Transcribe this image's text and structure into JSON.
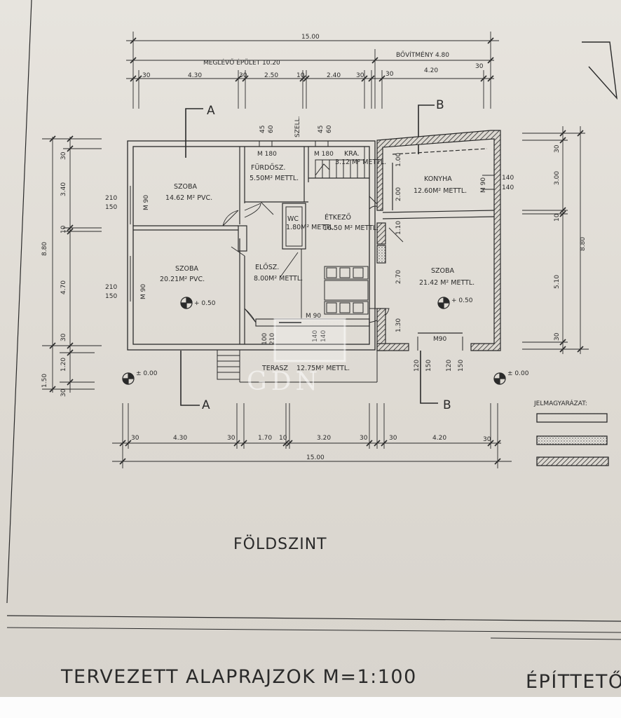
{
  "drawing": {
    "overall_top": "15.00",
    "existing_building": "MEGLÉVŐ ÉPÜLET 10.20",
    "extension": "BŐVÍTMÉNY 4.80",
    "top_segments": [
      "30",
      "4.30",
      "30",
      "2.50",
      "10",
      "2.40",
      "30",
      "30",
      "4.20",
      "30"
    ],
    "bottom_segments": [
      "30",
      "4.30",
      "30",
      "1.70",
      "10",
      "3.20",
      "30",
      "30",
      "4.20",
      "30"
    ],
    "overall_bottom": "15.00",
    "left_total": "8.80",
    "left_segments": [
      "30",
      "3.40",
      "10",
      "4.70",
      "30",
      "1.20",
      "1.50",
      "30"
    ],
    "right_total": "8.80",
    "right_segments": [
      "30",
      "3.00",
      "10",
      "5.10",
      "30"
    ],
    "section_labels": {
      "a_top": "A",
      "a_bottom": "A",
      "b_top": "B",
      "b_bottom": "B"
    },
    "rooms": [
      {
        "id": "szoba-1",
        "name": "SZOBA",
        "area": "14.62 M² PVC."
      },
      {
        "id": "szoba-2",
        "name": "SZOBA",
        "area": "20.21M² PVC."
      },
      {
        "id": "furdo",
        "name": "FÜRDŐSZ.",
        "area": "5.50M² METTL."
      },
      {
        "id": "kamra",
        "name": "KRA.",
        "area": "3.12 M² METTL."
      },
      {
        "id": "wc",
        "name": "WC",
        "area": "1.80M² METTL."
      },
      {
        "id": "etkezo",
        "name": "ÉTKEZŐ",
        "area": "16.50 M² METTL."
      },
      {
        "id": "eloszoba",
        "name": "ELŐSZ.",
        "area": "8.00M² METTL."
      },
      {
        "id": "konyha",
        "name": "KONYHA",
        "area": "12.60M² METTL."
      },
      {
        "id": "szoba-3",
        "name": "SZOBA",
        "area": "21.42 M² METTL."
      },
      {
        "id": "terasz",
        "name": "TERASZ",
        "area": "12.75M² METTL."
      }
    ],
    "levels": {
      "szoba_2": "+ 0.50",
      "szoba_3": "+ 0.50",
      "outside_left": "± 0.00",
      "outside_right": "± 0.00"
    },
    "openings": {
      "m90": "M 90",
      "m180_a": "M 180",
      "m180_b": "M 180",
      "m90_door": "M 90",
      "m90_b": "M90",
      "w210_150_a": "210",
      "w150_a": "150",
      "w210_150_b": "210",
      "w150_b": "150",
      "w45_60_a": "45",
      "w60_a": "60",
      "w45_60_b": "45",
      "w60_b": "60",
      "w140_140_a": "140",
      "w140_b": "140",
      "w100": "100",
      "w210": "210",
      "w140": "140",
      "w140b": "140",
      "w120_150_a": "120",
      "w150_c": "150",
      "w120_150_b": "120",
      "w150_d": "150",
      "vent": "SZELL.",
      "k_100": "1.00",
      "k_200": "2.00",
      "k_110": "1.10",
      "k_270": "2.70",
      "k_130": "1.30"
    },
    "legend_title": "JELMAGYARÁZAT:",
    "floor_name": "FÖLDSZINT",
    "sheet_title": "TERVEZETT ALAPRAJZOK M=1:100",
    "sheet_side": "ÉPÍTTETŐ",
    "watermark": "GDN"
  },
  "colors": {
    "ink": "#2a2a2a",
    "paper": "#e2dfd9"
  }
}
